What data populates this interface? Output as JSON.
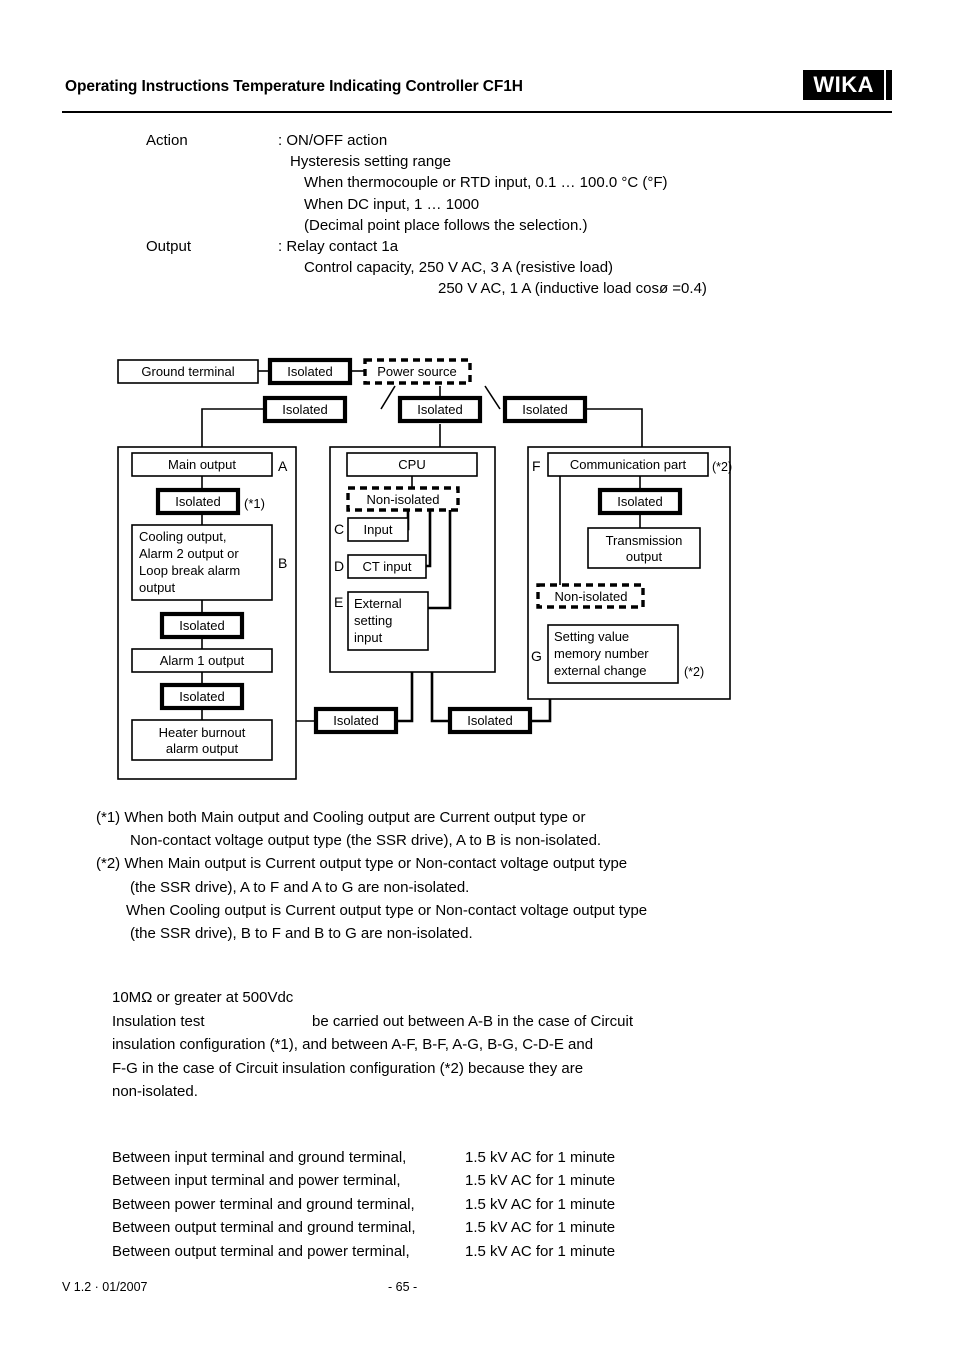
{
  "header": {
    "title": "Operating Instructions Temperature Indicating Controller CF1H",
    "logo_text": "WIKA"
  },
  "spec": {
    "rows": [
      {
        "label": "Action",
        "value": ": ON/OFF action",
        "indent": "base"
      },
      {
        "label": "",
        "value": "Hysteresis setting range",
        "indent": "ind1"
      },
      {
        "label": "",
        "value": "When thermocouple or RTD input, 0.1 … 100.0 °C (°F)",
        "indent": "ind2"
      },
      {
        "label": "",
        "value": "When DC input, 1 … 1000",
        "indent": "ind2"
      },
      {
        "label": "",
        "value": "(Decimal point place follows the selection.)",
        "indent": "ind2"
      },
      {
        "label": "Output",
        "value": ": Relay contact 1a",
        "indent": "base"
      },
      {
        "label": "",
        "value": "Control capacity, 250 V AC, 3 A (resistive load)",
        "indent": "ind2"
      },
      {
        "label": "",
        "value": "250 V AC, 1 A (inductive load cosø =0.4)",
        "indent": "ind3"
      }
    ]
  },
  "diagram": {
    "ground_terminal": "Ground terminal",
    "isolated": "Isolated",
    "non_isolated": "Non-isolated",
    "power_source": "Power source",
    "isolated_top_left": "Isolated",
    "isolated_top_center": "Isolated",
    "isolated_top_right": "Isolated",
    "main_output": "Main output",
    "label_a": "A",
    "label_b": "B",
    "label_c": "C",
    "label_d": "D",
    "label_e": "E",
    "label_f": "F",
    "label_g": "G",
    "isolated_a_b": "Isolated",
    "note1": "(*1)",
    "note2": "(*2)",
    "cooling_output_l1": "Cooling output,",
    "cooling_output_l2": "Alarm 2 output or",
    "cooling_output_l3": "Loop break alarm",
    "cooling_output_l4": "output",
    "isolated_b_alarm1": "Isolated",
    "alarm1_output": "Alarm 1 output",
    "isolated_alarm1_heater": "Isolated",
    "heater_l1": "Heater burnout",
    "heater_l2": "alarm output",
    "cpu": "CPU",
    "cpu_non_isolated": "Non-isolated",
    "input": "Input",
    "ct_input": "CT input",
    "external_l1": "External",
    "external_l2": "setting",
    "external_l3": "input",
    "isolated_bottom_left": "Isolated",
    "isolated_bottom_right": "Isolated",
    "communication_part": "Communication part",
    "comm_note": "(*2)",
    "isolated_comm": "Isolated",
    "transmission_l1": "Transmission",
    "transmission_l2": "output",
    "comm_non_isolated": "Non-isolated",
    "setting_value_l1": "Setting value",
    "setting_value_l2": "memory number",
    "setting_value_l3": "external change",
    "setting_note": "(*2)"
  },
  "footnotes": {
    "rows": [
      {
        "text": "(*1) When both Main output and Cooling output are Current output type or",
        "style": "hang"
      },
      {
        "text": "Non-contact voltage output type (the SSR drive), A to B is non-isolated.",
        "style": "in1"
      },
      {
        "text": "(*2) When Main output is Current output type or Non-contact voltage output type",
        "style": "hang"
      },
      {
        "text": "(the SSR drive), A to F and A to G are non-isolated.",
        "style": "in1"
      },
      {
        "text": "When Cooling output is Current output type or Non-contact voltage output type",
        "style": "in2"
      },
      {
        "text": "(the SSR drive), B to F and B to G are non-isolated.",
        "style": "in1"
      }
    ]
  },
  "insulation": {
    "line1": "10MΩ or greater at 500Vdc",
    "line2_a": "Insulation test",
    "line2_b": "be carried out between A-B in the case of Circuit",
    "line3": "insulation configuration (*1), and between A-F, B-F, A-G, B-G, C-D-E and",
    "line4": "F-G in the case of Circuit insulation configuration (*2) because they are",
    "line5": "non-isolated."
  },
  "voltage_test": {
    "rows": [
      {
        "desc": "Between input terminal and ground terminal,",
        "value": "1.5 kV AC for 1 minute"
      },
      {
        "desc": "Between input terminal and power terminal,",
        "value": "1.5 kV AC for 1 minute"
      },
      {
        "desc": "Between power terminal and ground terminal,",
        "value": "1.5 kV AC for 1 minute"
      },
      {
        "desc": "Between output terminal and ground terminal,",
        "value": "1.5 kV AC for 1 minute"
      },
      {
        "desc": "Between output terminal and power terminal,",
        "value": "1.5 kV AC for 1 minute"
      }
    ]
  },
  "footer": {
    "version": "V 1.2  ·  01/2007",
    "page": "- 65 -"
  }
}
